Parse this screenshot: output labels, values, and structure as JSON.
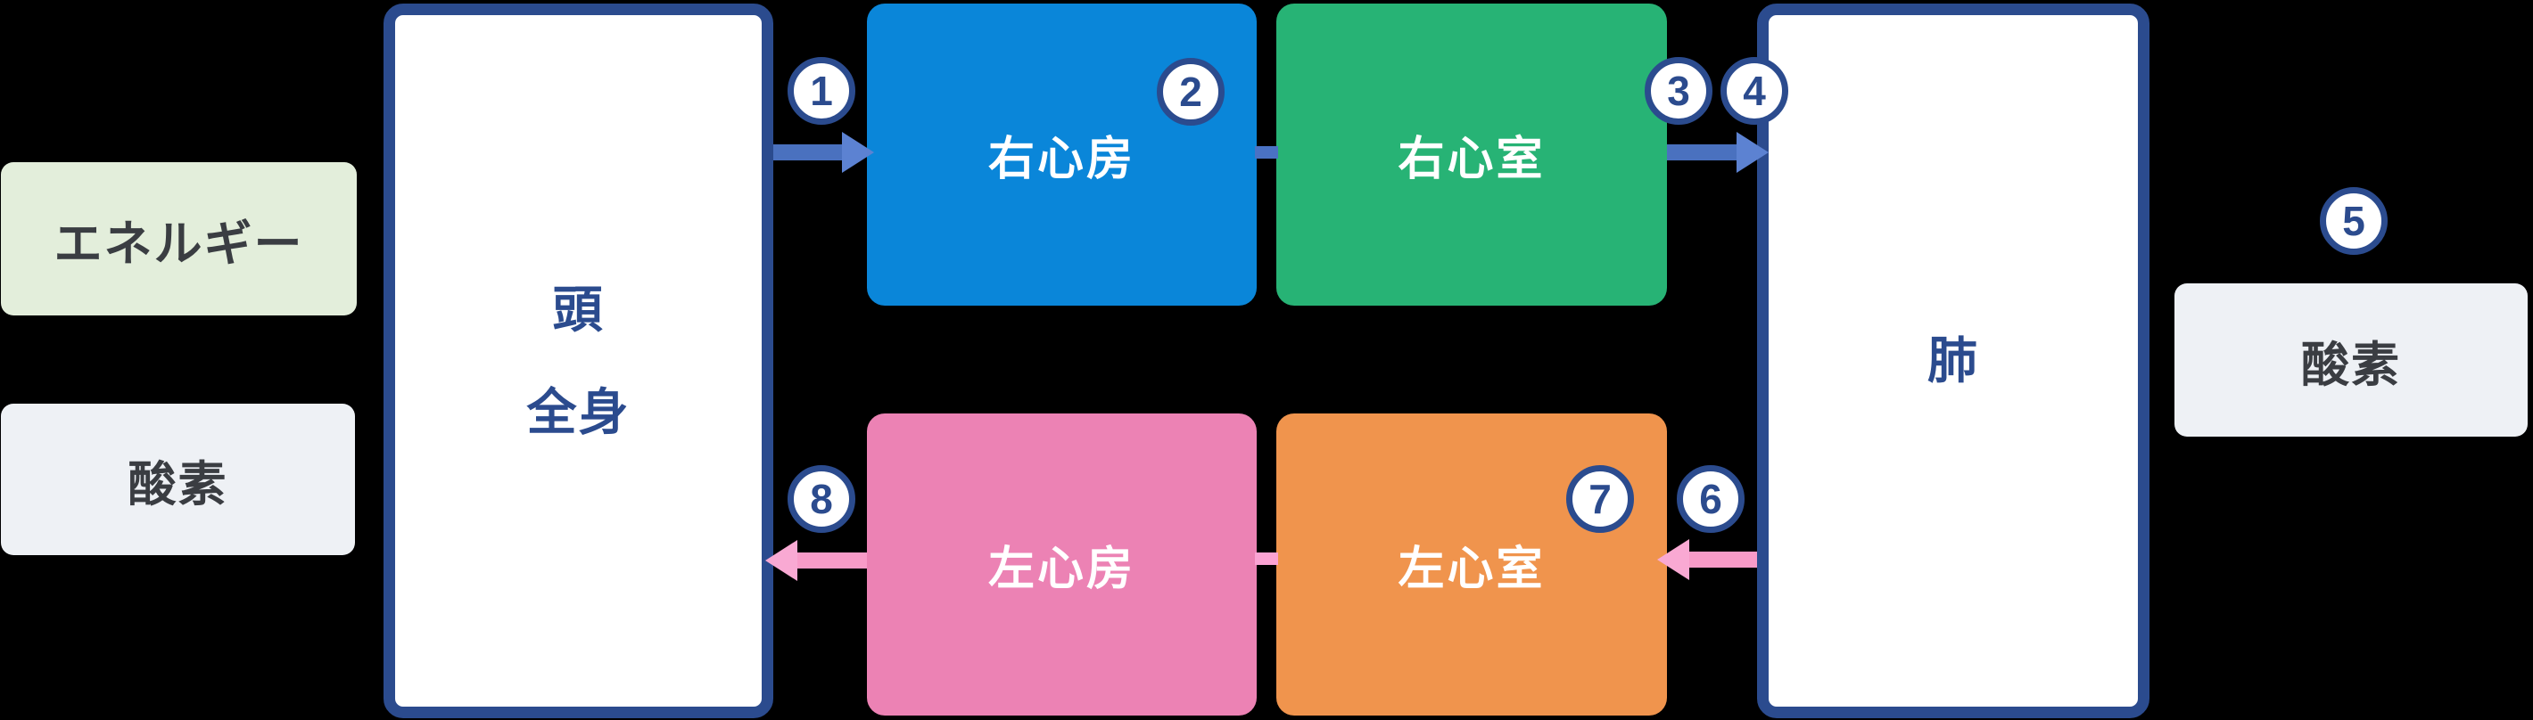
{
  "nodes": {
    "energy": {
      "label": "エネルギー"
    },
    "oxygen_left": {
      "label": "酸素"
    },
    "body": {
      "line1": "頭",
      "line2": "全身"
    },
    "right_atrium": {
      "label": "右心房"
    },
    "right_ventricle": {
      "label": "右心室"
    },
    "left_atrium": {
      "label": "左心房"
    },
    "left_ventricle": {
      "label": "左心室"
    },
    "lung": {
      "label": "肺"
    },
    "oxygen_right": {
      "label": "酸素"
    }
  },
  "steps": {
    "s1": "1",
    "s2": "2",
    "s3": "3",
    "s4": "4",
    "s5": "5",
    "s6": "6",
    "s7": "7",
    "s8": "8"
  },
  "colors": {
    "navy_border": "#2b4b8e",
    "chamber_blue": "#0a86d9",
    "chamber_green": "#27b375",
    "chamber_pink": "#ec82b4",
    "chamber_orange": "#f0944d",
    "arrow_blue_shaft": "#4a71bf",
    "arrow_blue_head": "#5c82d2",
    "arrow_pink_shaft": "#f89bc8",
    "arrow_pink_head": "#f9a9d3",
    "connector_blue": "#4a72c4",
    "connector_pink": "#fba3d3",
    "chip_green_bg": "#e3eedb",
    "chip_gray_bg": "#eef1f5",
    "chip_text": "#3a3d42",
    "background": "#000000"
  }
}
